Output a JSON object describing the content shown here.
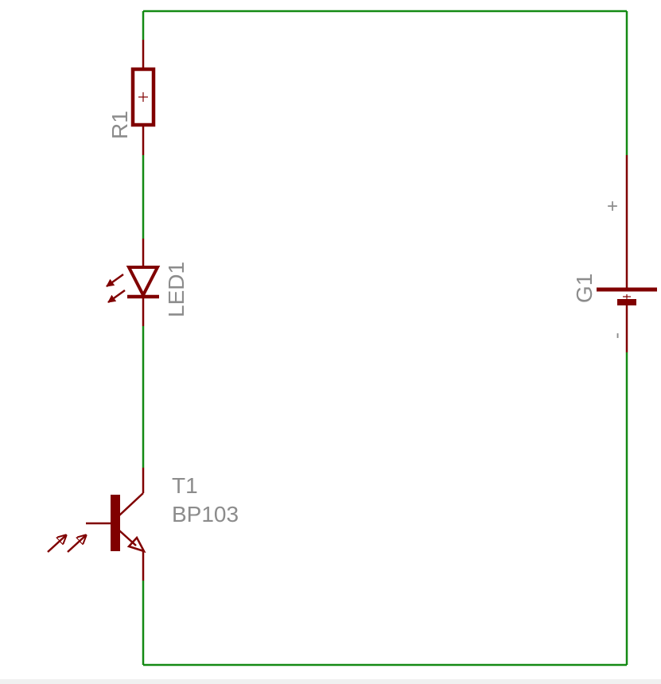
{
  "diagram": {
    "colors": {
      "wire": "#148a14",
      "component": "#800000",
      "label": "#8c8c8c",
      "background": "#ffffff"
    },
    "components": {
      "resistor": {
        "name": "R1"
      },
      "led": {
        "name": "LED1"
      },
      "battery": {
        "name": "G1",
        "plus_label": "+",
        "minus_label": "-"
      },
      "phototransistor": {
        "name": "T1",
        "value": "BP103"
      }
    }
  }
}
